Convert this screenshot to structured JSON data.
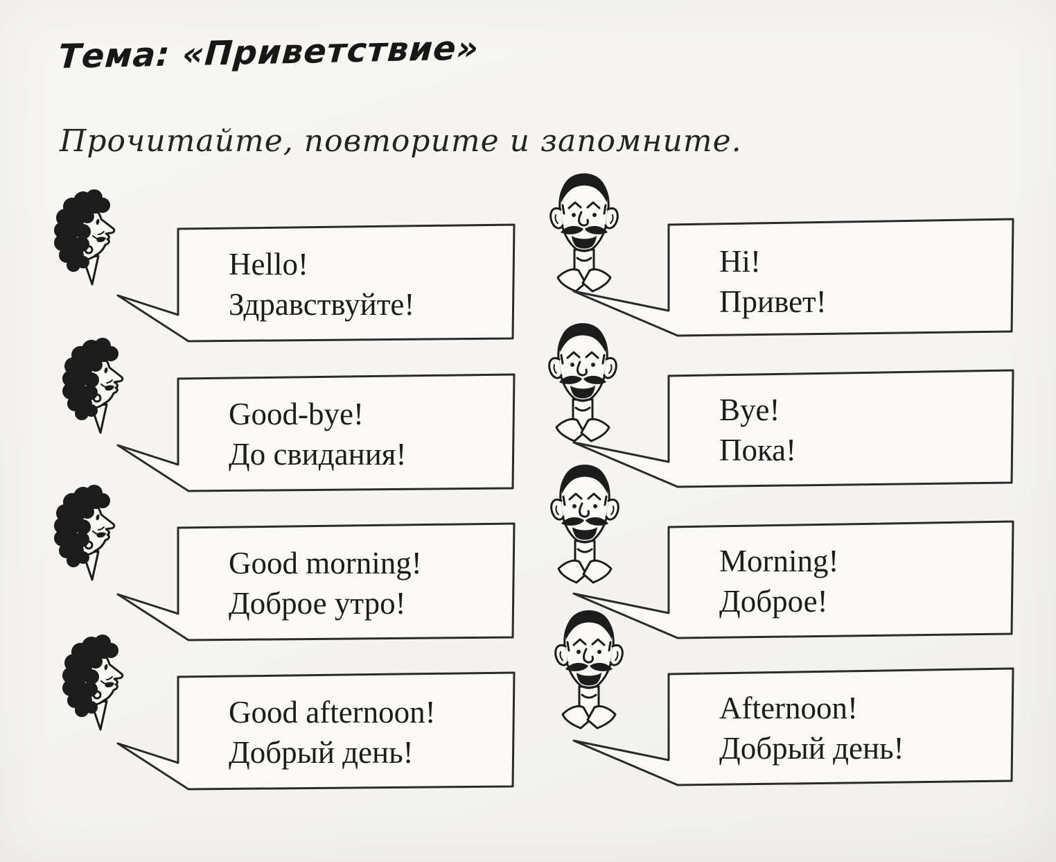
{
  "page": {
    "title": "Тема: «Приветствие»",
    "instruction": "Прочитайте, повторите и запомните."
  },
  "figures": {
    "left_speaker": "woman-profile-curly-hair",
    "right_speaker": "man-face-mustache"
  },
  "pairs": [
    {
      "left": {
        "speaker": "woman",
        "en": "Hello!",
        "ru": "Здравствуйте!"
      },
      "right": {
        "speaker": "man",
        "en": "Hi!",
        "ru": "Привет!"
      }
    },
    {
      "left": {
        "speaker": "woman",
        "en": "Good-bye!",
        "ru": "До свидания!"
      },
      "right": {
        "speaker": "man",
        "en": "Bye!",
        "ru": "Пока!"
      }
    },
    {
      "left": {
        "speaker": "woman",
        "en": "Good morning!",
        "ru": "Доброе утро!"
      },
      "right": {
        "speaker": "man",
        "en": "Morning!",
        "ru": "Доброе!"
      }
    },
    {
      "left": {
        "speaker": "woman",
        "en": "Good afternoon!",
        "ru": "Добрый день!"
      },
      "right": {
        "speaker": "man",
        "en": "Afternoon!",
        "ru": "Добрый день!"
      }
    }
  ],
  "colors": {
    "ink": "#1c1c1c",
    "paper": "#f5f4f1",
    "bubble_fill": "#faf9f6",
    "bubble_stroke": "#2a2a2a"
  }
}
